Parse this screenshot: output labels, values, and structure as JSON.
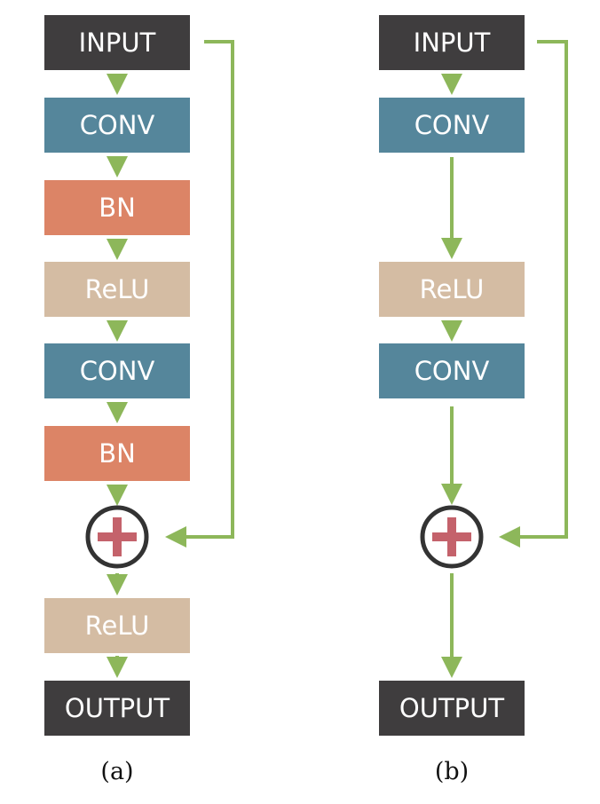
{
  "colors": {
    "input_output": "#3f3d3e",
    "conv": "#55869b",
    "bn": "#dc8466",
    "relu": "#d4bca3",
    "arrow": "#8db75a",
    "sum_ring": "#333333",
    "sum_plus": "#c4626b"
  },
  "diagram_a": {
    "caption": "(a)",
    "blocks": [
      {
        "type": "input_output",
        "label": "INPUT"
      },
      {
        "type": "conv",
        "label": "CONV"
      },
      {
        "type": "bn",
        "label": "BN"
      },
      {
        "type": "relu",
        "label": "ReLU"
      },
      {
        "type": "conv",
        "label": "CONV"
      },
      {
        "type": "bn",
        "label": "BN"
      },
      {
        "type": "relu",
        "label": "ReLU"
      },
      {
        "type": "input_output",
        "label": "OUTPUT"
      }
    ]
  },
  "diagram_b": {
    "caption": "(b)",
    "blocks": [
      {
        "type": "input_output",
        "label": "INPUT"
      },
      {
        "type": "conv",
        "label": "CONV"
      },
      {
        "type": "relu",
        "label": "ReLU"
      },
      {
        "type": "conv",
        "label": "CONV"
      },
      {
        "type": "input_output",
        "label": "OUTPUT"
      }
    ]
  }
}
